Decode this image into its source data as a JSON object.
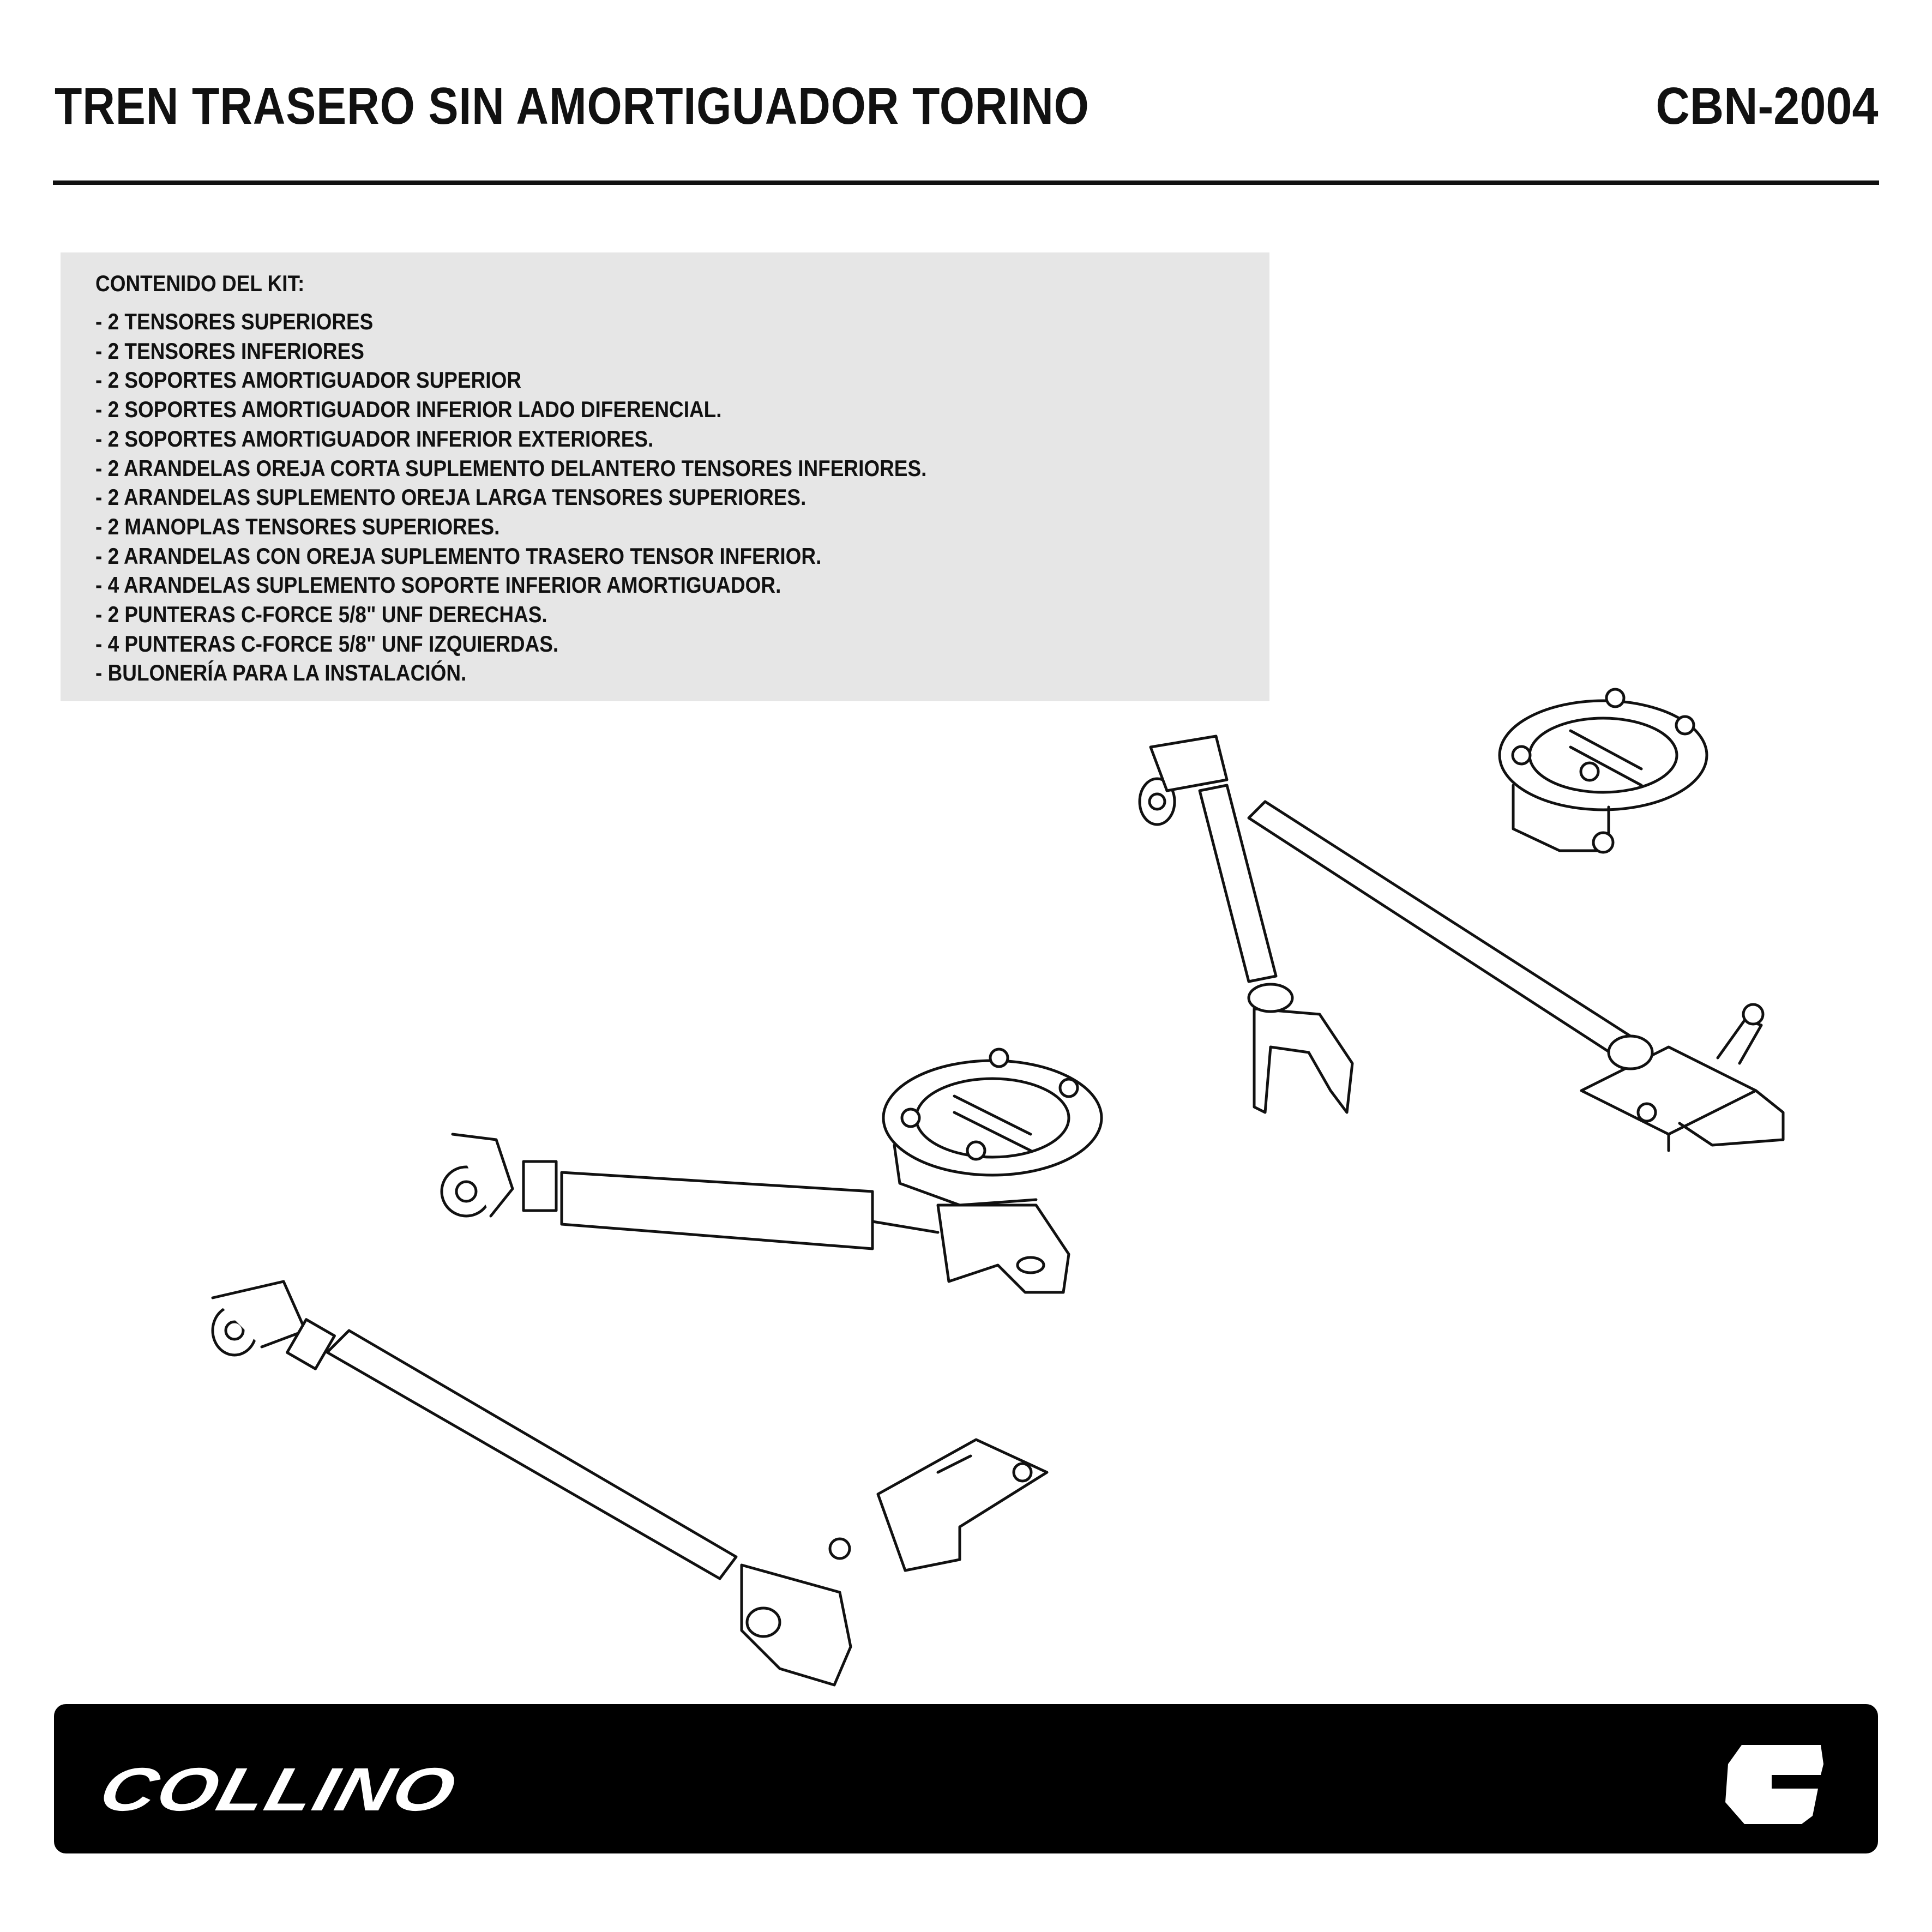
{
  "header": {
    "title": "TREN TRASERO SIN AMORTIGUADOR TORINO",
    "code": "CBN-2004"
  },
  "kit": {
    "heading": "CONTENIDO DEL KIT:",
    "items": [
      "- 2 TENSORES SUPERIORES",
      "- 2 TENSORES INFERIORES",
      "- 2 SOPORTES AMORTIGUADOR SUPERIOR",
      "- 2 SOPORTES AMORTIGUADOR INFERIOR LADO DIFERENCIAL.",
      "- 2 SOPORTES AMORTIGUADOR INFERIOR EXTERIORES.",
      "- 2 ARANDELAS OREJA CORTA SUPLEMENTO DELANTERO TENSORES INFERIORES.",
      "- 2 ARANDELAS SUPLEMENTO OREJA LARGA TENSORES SUPERIORES.",
      "- 2 MANOPLAS TENSORES SUPERIORES.",
      "- 2 ARANDELAS CON OREJA SUPLEMENTO TRASERO TENSOR INFERIOR.",
      "- 4 ARANDELAS SUPLEMENTO SOPORTE INFERIOR AMORTIGUADOR.",
      "- 2 PUNTERAS C-FORCE 5/8\" UNF DERECHAS.",
      "- 4 PUNTERAS C-FORCE 5/8\" UNF IZQUIERDAS.",
      "- BULONERÍA PARA LA INSTALACIÓN."
    ]
  },
  "footer": {
    "brand": "COLLINO",
    "icon": "collino-c-logo-icon"
  }
}
